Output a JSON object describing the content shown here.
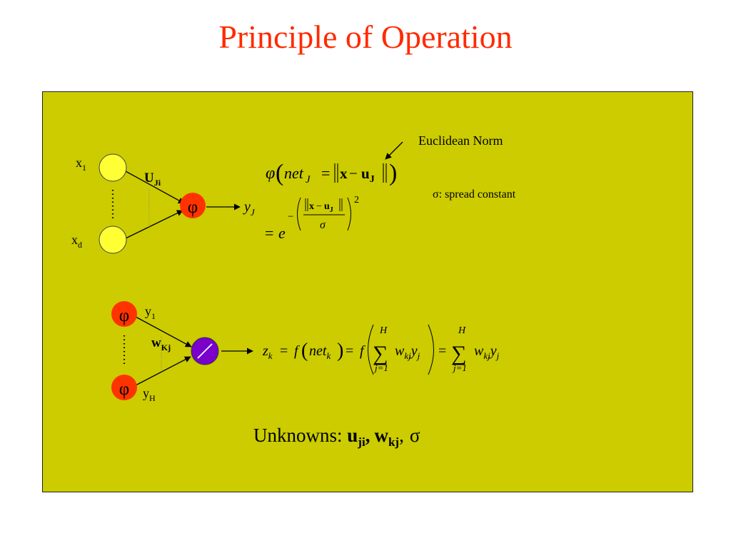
{
  "title": "Principle of Operation",
  "colors": {
    "title": "#ff2a00",
    "panel_fill": "#cccc00",
    "input_node": "#ffff33",
    "rbf_node": "#ff3300",
    "output_node": "#7a00cc",
    "line": "#000000"
  },
  "hidden_layer": {
    "input_top_label": "x",
    "input_top_sub": "1",
    "input_bottom_label": "x",
    "input_bottom_sub": "d",
    "weight_label": "U",
    "weight_sub": "Ji",
    "node_symbol": "φ",
    "output_label": "y",
    "output_sub": "J"
  },
  "output_layer": {
    "node_top_symbol": "φ",
    "node_bottom_symbol": "φ",
    "input_top_label": "y",
    "input_top_sub": "1",
    "input_bottom_label": "y",
    "input_bottom_sub": "H",
    "weight_label": "w",
    "weight_sub": "Kj"
  },
  "annotations": {
    "euclidean_norm": "Euclidean Norm",
    "spread_constant": "σ: spread constant"
  },
  "formula_rbf": {
    "phi": "φ",
    "net": "net",
    "net_sub": "J",
    "equals": "=",
    "minus": "−",
    "x": "x",
    "u": "u",
    "u_sub": "J",
    "e": "e",
    "sigma": "σ",
    "exponent": "2"
  },
  "formula_output": {
    "z": "z",
    "z_sub": "k",
    "equals": "=",
    "f": "f",
    "net": "net",
    "net_sub": "k",
    "sum_upper": "H",
    "sum_lower": "j=1",
    "sum_symbol": "∑",
    "w": "w",
    "w_sub": "kj",
    "y": "y",
    "y_sub": "j"
  },
  "unknowns": {
    "label": "Unknowns: ",
    "u": "u",
    "u_sub": "ji",
    "comma1": ",",
    "w": "w",
    "w_sub": "kj",
    "comma2": ",",
    "sigma": "σ"
  }
}
